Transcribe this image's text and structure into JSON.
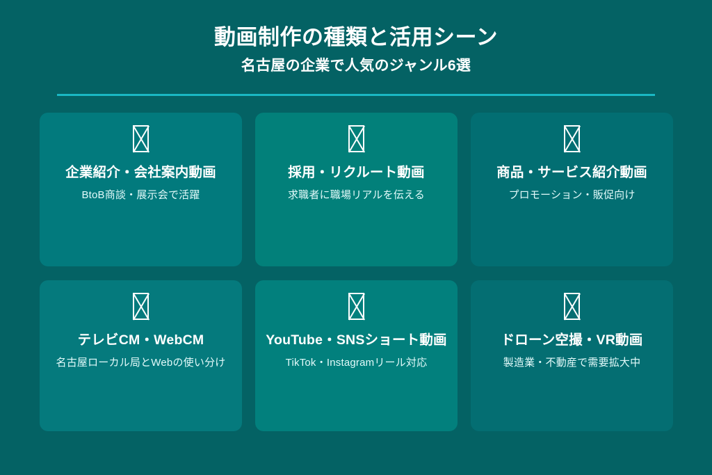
{
  "theme": {
    "background_color": "#046264",
    "divider_color": "#1ab8c4",
    "title_color": "#ffffff",
    "desc_color": "#e3fafa",
    "icon_color": "#ffffff"
  },
  "header": {
    "title": "動画制作の種類と活用シーン",
    "subtitle": "名古屋の企業で人気のジャンル6選"
  },
  "cards": [
    {
      "icon": "missing-glyph-box-icon",
      "title": "企業紹介・会社案内動画",
      "desc": "BtoB商談・展示会で活躍",
      "fill": "#027a7d"
    },
    {
      "icon": "missing-glyph-box-icon",
      "title": "採用・リクルート動画",
      "desc": "求職者に職場リアルを伝える",
      "fill": "#02807a"
    },
    {
      "icon": "missing-glyph-box-icon",
      "title": "商品・サービス紹介動画",
      "desc": "プロモーション・販促向け",
      "fill": "#026e72"
    },
    {
      "icon": "missing-glyph-box-icon",
      "title": "テレビCM・WebCM",
      "desc": "名古屋ローカル局とWebの使い分け",
      "fill": "#057a7d"
    },
    {
      "icon": "missing-glyph-box-icon",
      "title": "YouTube・SNSショート動画",
      "desc": "TikTok・Instagramリール対応",
      "fill": "#02807d"
    },
    {
      "icon": "missing-glyph-box-icon",
      "title": "ドローン空撮・VR動画",
      "desc": "製造業・不動産で需要拡大中",
      "fill": "#046e72"
    }
  ]
}
